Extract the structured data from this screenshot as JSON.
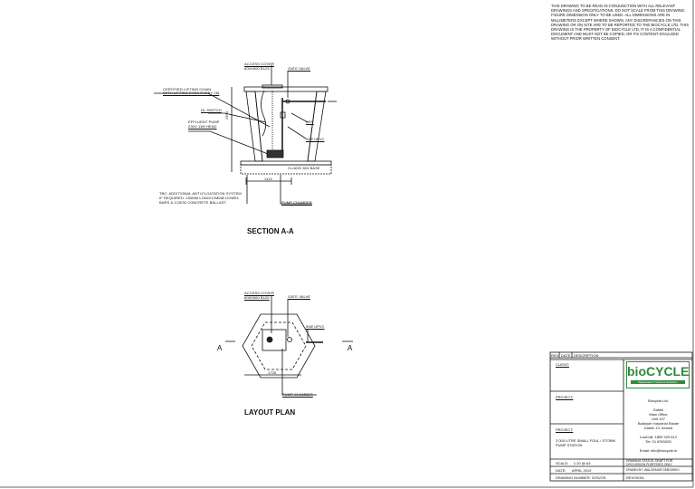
{
  "notes": "THIS DRAWING TO BE READ IN CONJUNCTION WITH ALL RELEVANT DRAWINGS AND SPECIFICATIONS. DO NOT SCALE FROM THIS DRAWING. FIGURE DIMENSION ONLY TO BE USED. ALL DIMENSIONS ARE IN MILLIMETERS EXCEPT WHERE SHOWN. ANY DISCREPANCIES ON THIS DRAWING OR ON SITE ARE TO BE REPORTED TO THE BIOCYCLE LTD. THIS DRAWING IS THE PROPERTY OF BIOCYCLE LTD, IT IS A CONFIDENTIAL DOCUMENT AND MUST NOT BE COPIED, OR ITS CONTENT DIVULGED WITHOUT PRIOR WRITTEN CONSENT.",
  "section": {
    "title": "SECTION A-A",
    "labels": {
      "access_cover": "ACCESS COVER",
      "access_cover_size": "600x600 B125",
      "gate_valve": "GATE VALVE",
      "lifting_chain": "CERTIFIED LIFTING CHAIN",
      "lifting_eyes": "WITH LIFTING EYES EVERY 1m",
      "hl_switch": "HL SWITCH",
      "pump": "EFFLUENT PUMP",
      "pump_spec": "230V 11m HEAD",
      "nrv": "NRV",
      "pipe": "50Ø uPVC",
      "base": "CL/AGE 804 BASE",
      "width": "1113",
      "height": "2350",
      "pump_chamber": "PUMP CHAMBER",
      "tbc1": "TBC: ADDITIONAL ANTI-FLOATATION SYSTEM",
      "tbc2": "IF REQUIRED: 150mm LONG/12mmø DOWEL",
      "tbc3": "BARS & C25/30 CONCRETE BALLAST"
    }
  },
  "plan": {
    "title": "LAYOUT PLAN",
    "labels": {
      "access_cover": "ACCESS COVER",
      "access_cover_size": "600x600 B125",
      "gate_valve": "GATE VALVE",
      "pipe": "50Ø uPVC",
      "width": "1725",
      "pump_chamber": "PUMP CHAMBER",
      "section_left": "A",
      "section_right": "A"
    }
  },
  "title_block": {
    "rev_header": [
      "REV",
      "DATE",
      "DESCRIPTION"
    ],
    "client_label": "CLIENT:",
    "project_label": "PROJECT:",
    "project2_label": "PROJECT:",
    "project_name": "3 000 LITRE SMALL FOUL / STORM PUMP STATION",
    "logo_text": "bioCYCLE",
    "logo_tagline": "Wastewater Treatment Solutions",
    "company": "Biocycle Ltd.",
    "address": [
      "Dublin",
      "Main Office",
      "Unit 107",
      "Baldoyle Industrial Estate",
      "Dublin 13, Ireland"
    ],
    "phone1": "LowCall: 1890 929 612",
    "phone2": "Tel: 01 8391000",
    "email": "Email: info@biocycle.ie",
    "scale": "SCALE:     1:10 @ A3",
    "date": "DATE:      APRIL 2019",
    "drawing_number": "DRAWING NUMBER: 3/SS/OS",
    "status": "DRAWING STATUS: DRAFT FOR DISCUSSION PURPOSES ONLY",
    "drawn_by": "DRAWN BY: WALDEMAR DEBOWSKI",
    "revision": "REVISION:"
  },
  "colors": {
    "logo_green": "#2e8b3a",
    "line": "#111111"
  }
}
